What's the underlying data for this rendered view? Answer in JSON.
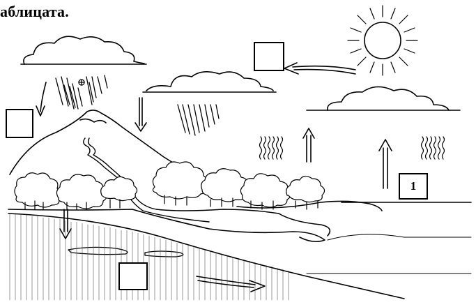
{
  "header": {
    "title_fragment": "аблицата."
  },
  "diagram": {
    "answer_boxes": [
      {
        "id": "box-cloud-arrow",
        "label": ""
      },
      {
        "id": "box-precipitation",
        "label": ""
      },
      {
        "id": "box-underground",
        "label": ""
      },
      {
        "id": "box-evaporation",
        "label": "1"
      }
    ],
    "elements": [
      "sun",
      "clouds",
      "rain",
      "snow",
      "mountain",
      "river",
      "forest",
      "lake",
      "sea",
      "ground-water",
      "arrows"
    ]
  }
}
